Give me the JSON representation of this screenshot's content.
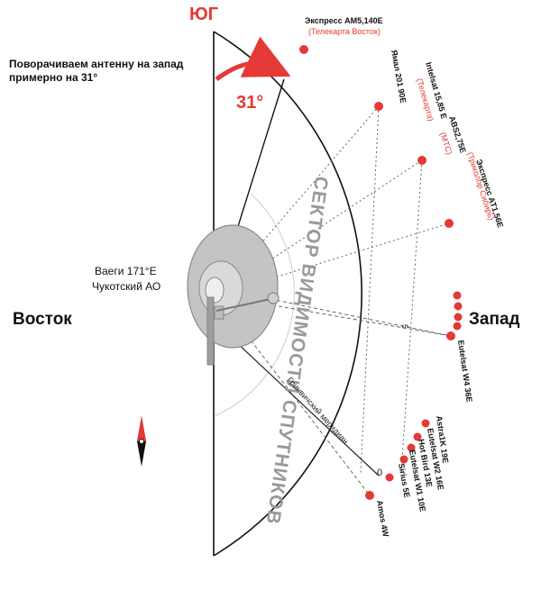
{
  "title_south": "ЮГ",
  "label_east": "Восток",
  "label_west": "Запад",
  "instruction_line1": "Поворачиваем антенну на запад",
  "instruction_line2": "примерно на 31°",
  "rotation_angle": "31°",
  "location_line1": "Ваеги 171°E",
  "location_line2": "Чукотский АО",
  "sector_text": "СЕКТОР ВИДИМОСТИ СПУТНИКОВ",
  "greenwich_text": "Гринвичский меридиан",
  "zero_label": "0",
  "five_label": "5",
  "satellites": [
    {
      "name": "Экспресс АМ5,140E",
      "sub": "(Телекарта Восток)"
    },
    {
      "name": "Ямал 201 90E",
      "sub": ""
    },
    {
      "name": "Intelsat 15,85 E",
      "sub": "(Телекарта)"
    },
    {
      "name": "ABS2,75E",
      "sub": "(МТС)"
    },
    {
      "name": "Экспресс АТ1,56E",
      "sub": "(Триколор Сибирь)"
    },
    {
      "name": "Eutelsat W4 36E",
      "sub": ""
    },
    {
      "name": "Astra1K 19E",
      "sub": ""
    },
    {
      "name": "Eutelsat W2 16E",
      "sub": ""
    },
    {
      "name": "Hot Bird 13E",
      "sub": ""
    },
    {
      "name": "Eutelsat W1 10E",
      "sub": ""
    },
    {
      "name": "Sirius 5E",
      "sub": ""
    },
    {
      "name": "Amos 4W",
      "sub": ""
    }
  ],
  "colors": {
    "accent": "#e53935",
    "arc": "#111111",
    "dish": "#b8b8b8",
    "sector_text": "#9a9a9a"
  },
  "icons": [
    "compass-icon",
    "satellite-dish-icon",
    "rotation-arrow-icon"
  ]
}
